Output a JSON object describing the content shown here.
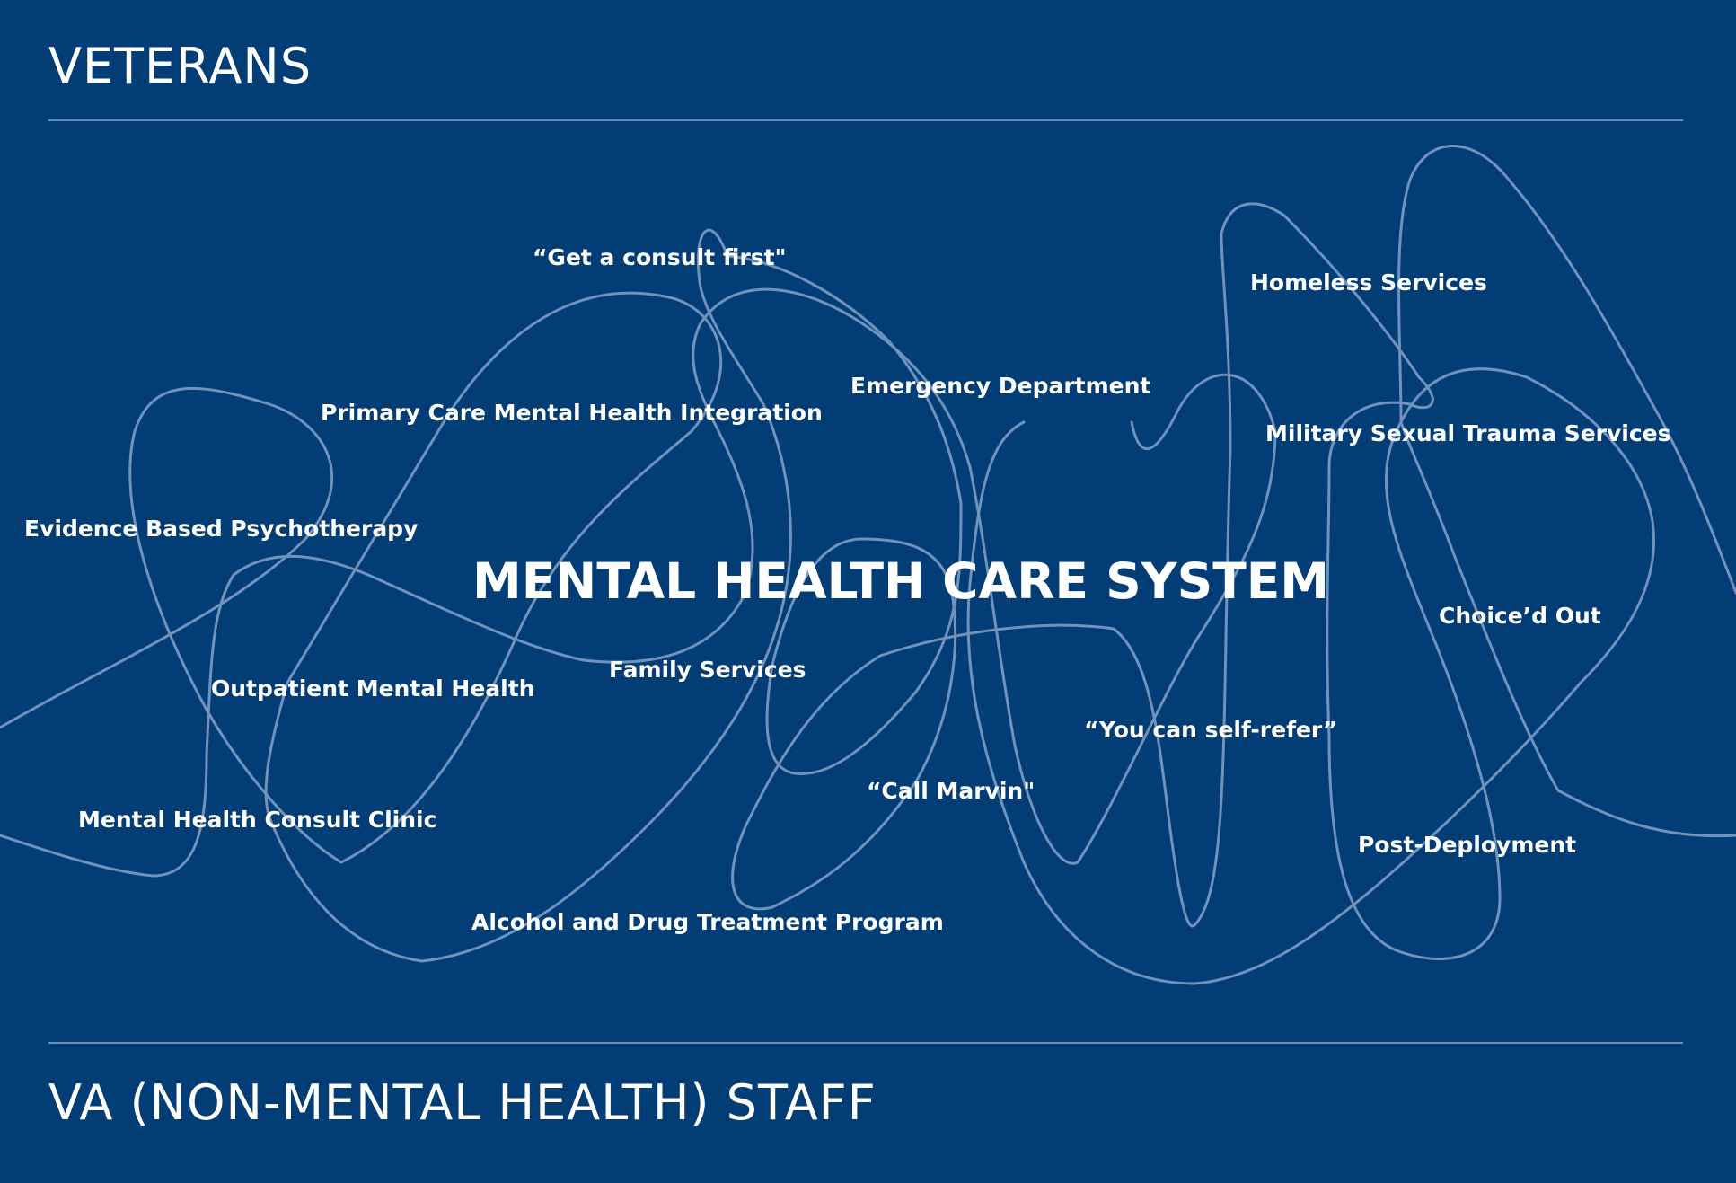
{
  "top_heading": "VETERANS",
  "bottom_heading": "VA (NON-MENTAL HEALTH) STAFF",
  "center_title": "MENTAL HEALTH CARE SYSTEM",
  "colors": {
    "background": "#023d76",
    "text": "#ffffff",
    "lines": "#7d9cc4",
    "rules": "#6a8db5"
  },
  "labels": {
    "consult_first": "“Get a consult first\"",
    "homeless": "Homeless Services",
    "emergency": "Emergency Department",
    "primary_care": "Primary Care Mental Health Integration",
    "mst": "Military Sexual Trauma Services",
    "ebp": "Evidence Based Psychotherapy",
    "choiced_out": "Choice’d Out",
    "family": "Family Services",
    "outpatient": "Outpatient Mental Health",
    "self_refer": "“You can self-refer”",
    "call_marvin": "“Call Marvin\"",
    "consult_clinic": "Mental Health Consult Clinic",
    "post_deployment": "Post-Deployment",
    "alcohol_drug": "Alcohol and Drug Treatment Program"
  }
}
